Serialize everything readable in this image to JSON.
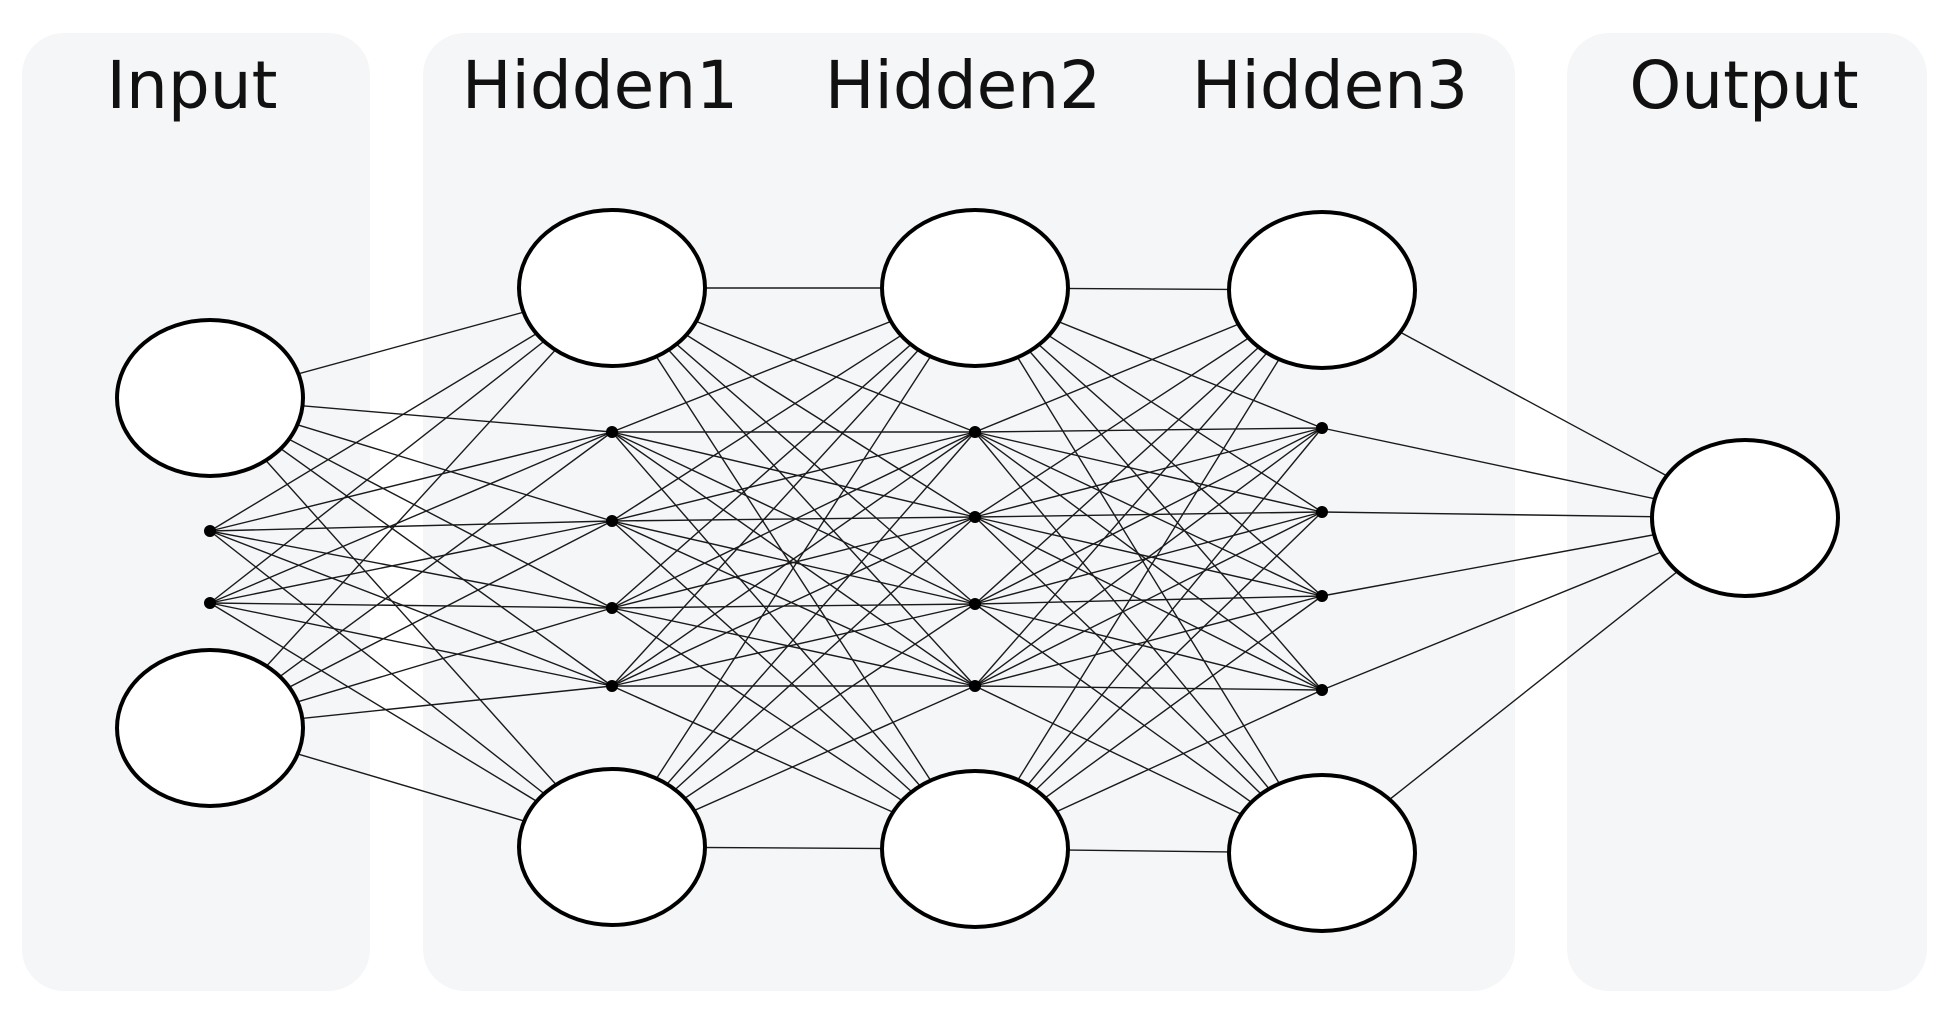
{
  "layers": [
    {
      "key": "input",
      "label": "Input",
      "nodes": [
        "circle",
        "dot",
        "dot",
        "circle"
      ]
    },
    {
      "key": "hidden1",
      "label": "Hidden1",
      "nodes": [
        "circle",
        "dot",
        "dot",
        "dot",
        "dot",
        "circle"
      ]
    },
    {
      "key": "hidden2",
      "label": "Hidden2",
      "nodes": [
        "circle",
        "dot",
        "dot",
        "dot",
        "dot",
        "circle"
      ]
    },
    {
      "key": "hidden3",
      "label": "Hidden3",
      "nodes": [
        "circle",
        "dot",
        "dot",
        "dot",
        "dot",
        "circle"
      ]
    },
    {
      "key": "output",
      "label": "Output",
      "nodes": [
        "circle"
      ]
    }
  ],
  "panels": [
    {
      "name": "input-panel",
      "layers": [
        "input"
      ]
    },
    {
      "name": "hidden-panel",
      "layers": [
        "hidden1",
        "hidden2",
        "hidden3"
      ]
    },
    {
      "name": "output-panel",
      "layers": [
        "output"
      ]
    }
  ],
  "connectivity": "fully-connected",
  "colors": {
    "panel": "#f5f6f8",
    "node_fill": "#ffffff",
    "node_stroke": "#000000",
    "edge": "#1a1a1a",
    "text": "#111111"
  }
}
